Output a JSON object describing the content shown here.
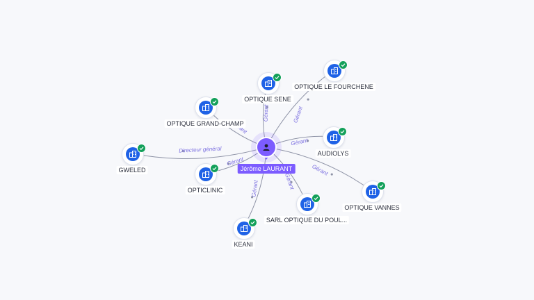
{
  "center": {
    "label": "Jérôme LAURANT",
    "icon": "person-icon",
    "color": "#7c5cff"
  },
  "companies": [
    {
      "id": "optique-sene",
      "label": "OPTIQUE SENE",
      "icon": "building-icon",
      "verified": true
    },
    {
      "id": "optique-le-fourchene",
      "label": "OPTIQUE LE FOURCHENE",
      "icon": "building-icon",
      "verified": true
    },
    {
      "id": "optique-grand-champ",
      "label": "OPTIQUE GRAND-CHAMP",
      "icon": "building-icon",
      "verified": true
    },
    {
      "id": "gweled",
      "label": "GWELED",
      "icon": "building-icon",
      "verified": true
    },
    {
      "id": "audiolys",
      "label": "AUDIOLYS",
      "icon": "building-icon",
      "verified": true
    },
    {
      "id": "opticlinic",
      "label": "OPTICLINIC",
      "icon": "building-icon",
      "verified": true
    },
    {
      "id": "optique-vannes",
      "label": "OPTIQUE VANNES",
      "icon": "building-icon",
      "verified": true
    },
    {
      "id": "sarl-optique-du-poul",
      "label": "SARL OPTIQUE DU POUL...",
      "icon": "building-icon",
      "verified": true
    },
    {
      "id": "keani",
      "label": "KEANI",
      "icon": "building-icon",
      "verified": true
    }
  ],
  "edges": [
    {
      "to": "optique-sene",
      "label": "Gérant"
    },
    {
      "to": "optique-le-fourchene",
      "label": "Gérant"
    },
    {
      "to": "optique-grand-champ",
      "label": "Gérant"
    },
    {
      "to": "gweled",
      "label": "Directeur général"
    },
    {
      "to": "audiolys",
      "label": "Gérant"
    },
    {
      "to": "opticlinic",
      "label": "Gérant"
    },
    {
      "to": "optique-vannes",
      "label": "Gérant"
    },
    {
      "to": "sarl-optique-du-poul",
      "label": "Gérant"
    },
    {
      "to": "keani",
      "label": "Gérant"
    }
  ],
  "colors": {
    "company": "#1f62e6",
    "verified": "#13a05a",
    "edge": "#8e93a6",
    "edge_label": "#7b6fe0"
  }
}
